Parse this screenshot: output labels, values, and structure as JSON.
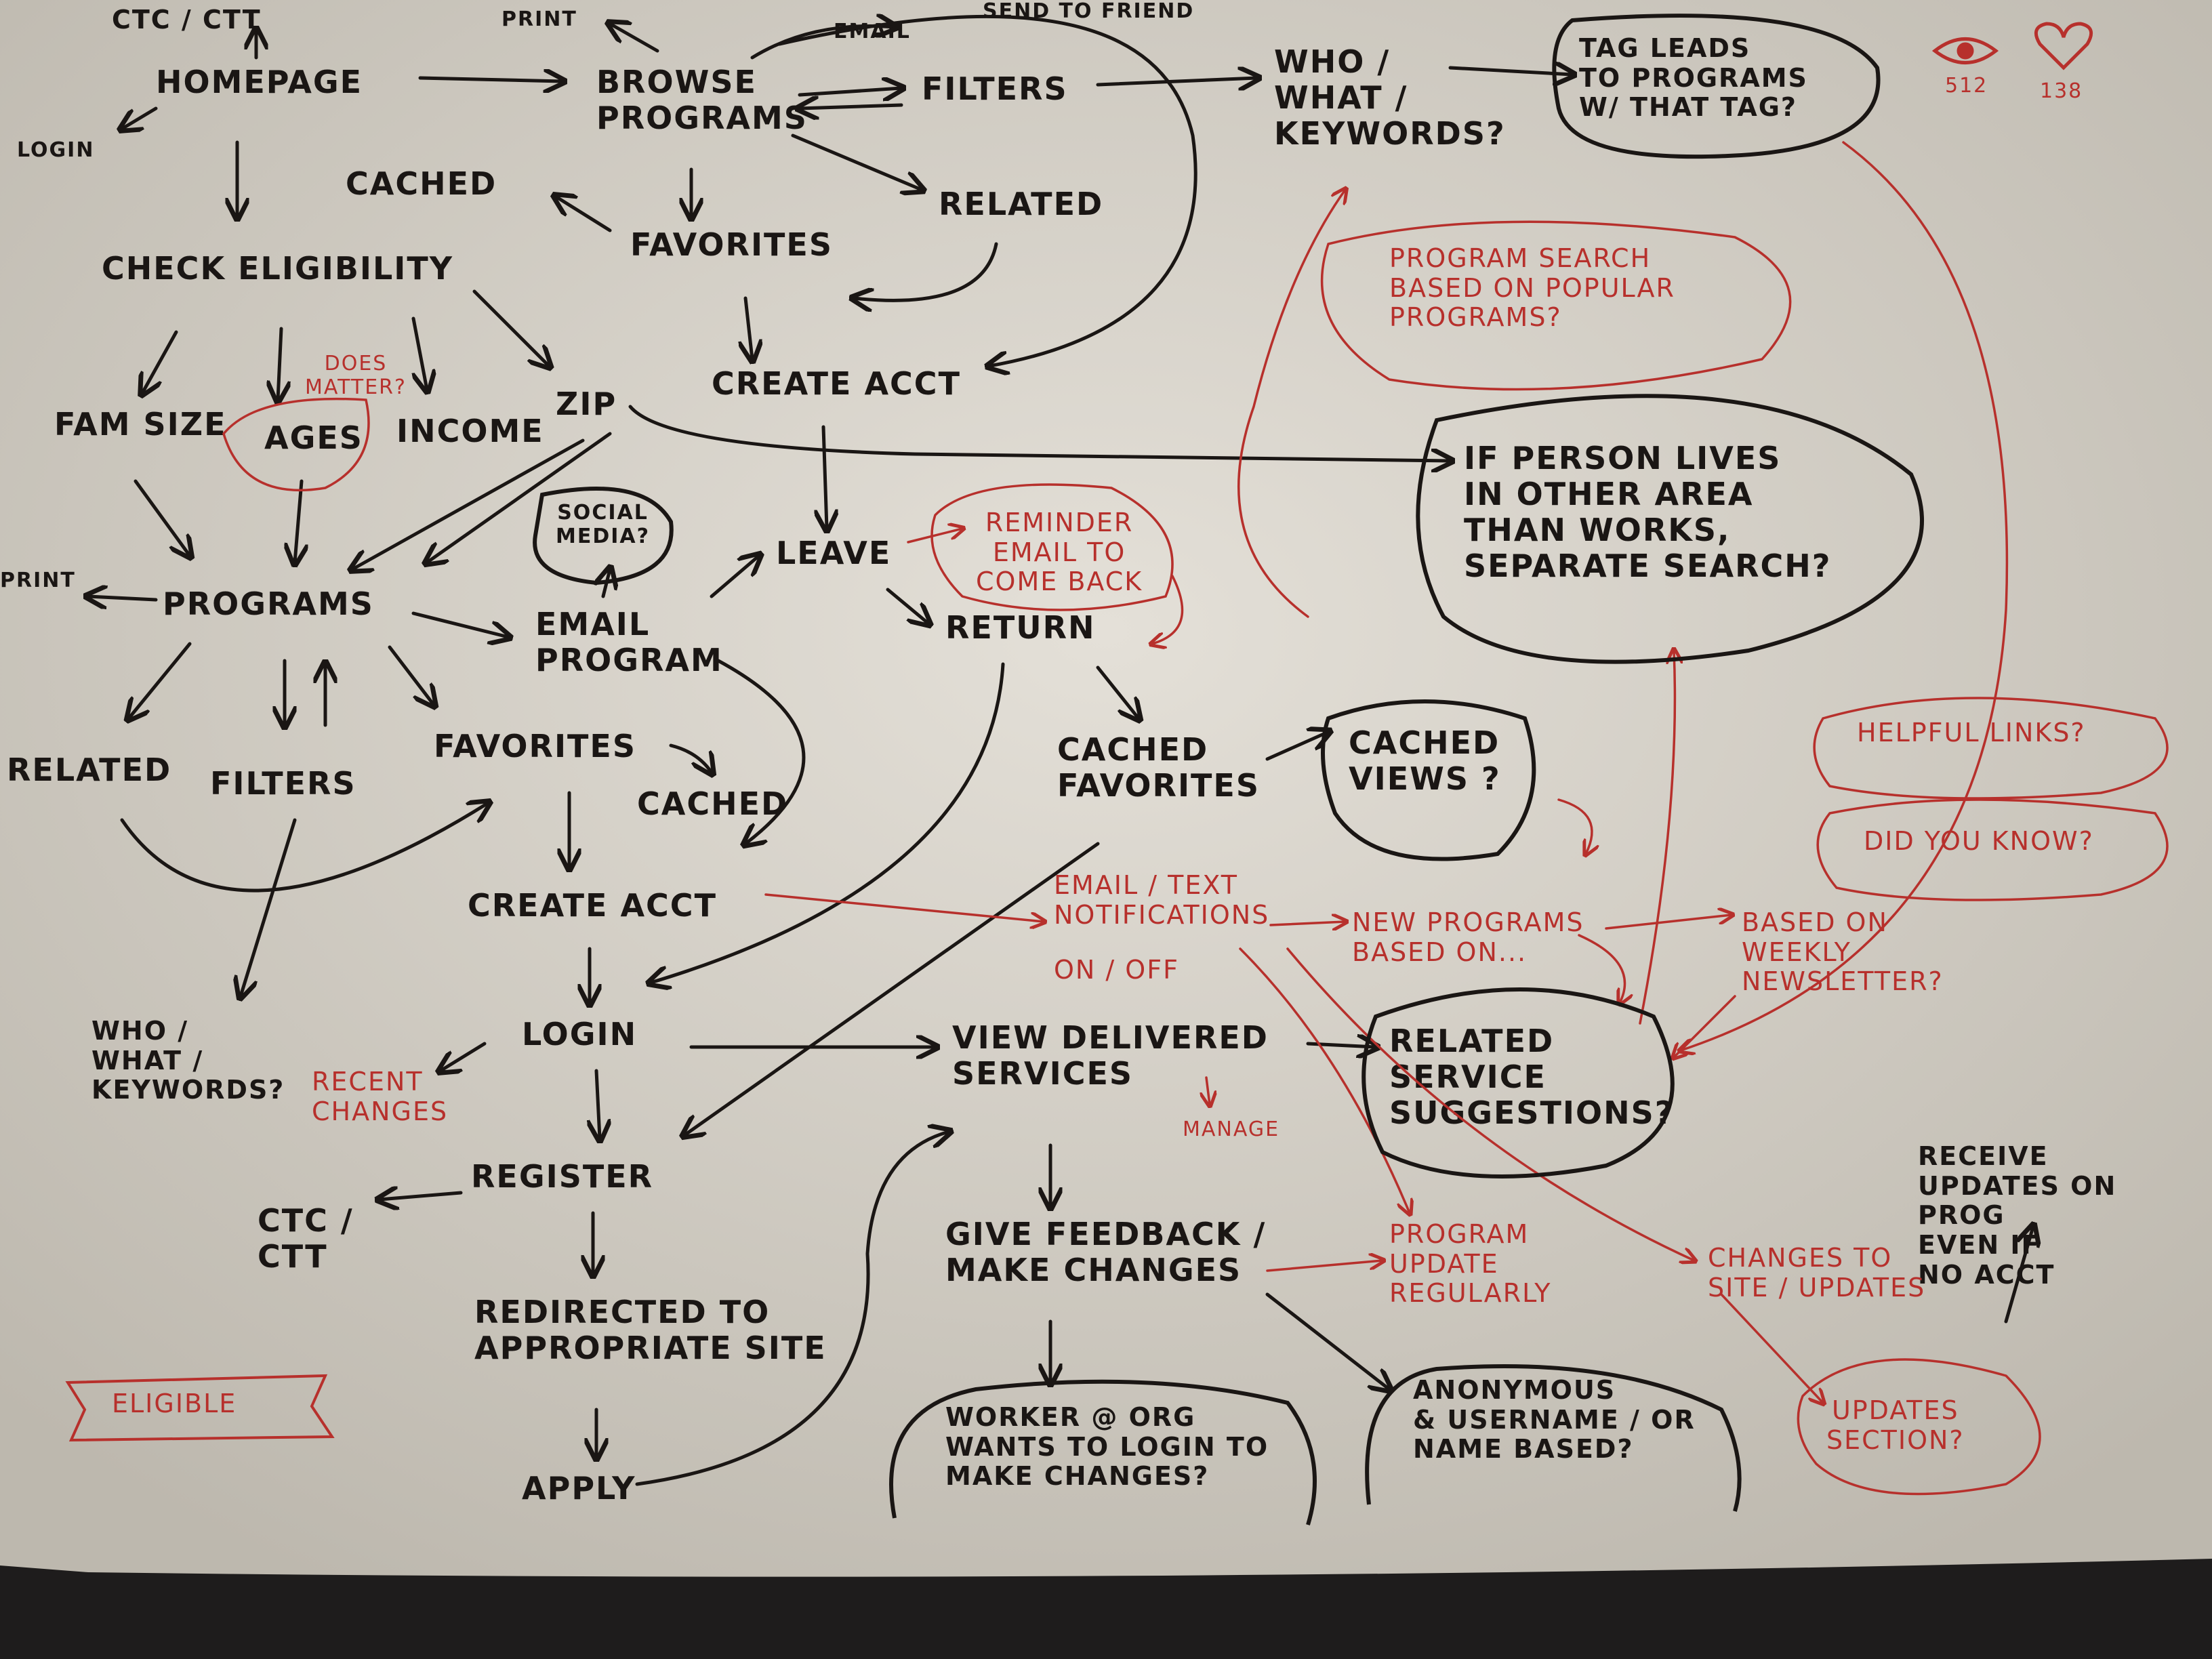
{
  "colors": {
    "paper": "#dcd8cf",
    "ink_black": "#1a1614",
    "ink_red": "#b7302c",
    "background": "#1e1c1c"
  },
  "stats": {
    "views_icon": "eye-icon",
    "views": "512",
    "likes_icon": "heart-icon",
    "likes": "138"
  },
  "labels": {
    "ctc_ctt_top": "CTC / CTT",
    "homepage": "HOMEPAGE",
    "login_top": "LOGIN",
    "print_top": "PRINT",
    "email_top": "EMAIL",
    "send_to_friend": "SEND TO FRIEND",
    "browse_programs": "BROWSE\nPROGRAMS",
    "filters_top": "FILTERS",
    "who_what_keywords_top": "WHO /\nWHAT /\nKEYWORDS?",
    "tag_leads": "TAG LEADS\nTO PROGRAMS\nW/ THAT TAG?",
    "cached_top": "CACHED",
    "favorites_top": "FAVORITES",
    "related_top": "RELATED",
    "check_eligibility": "CHECK ELIGIBILITY",
    "program_search": "PROGRAM SEARCH\nBASED ON POPULAR\nPROGRAMS?",
    "create_acct_top": "CREATE ACCT",
    "fam_size": "FAM SIZE",
    "ages": "AGES",
    "does_matter": "DOES\nMATTER?",
    "income": "INCOME",
    "zip": "ZIP",
    "if_person_lives": "IF PERSON LIVES\nIN OTHER AREA\nTHAN WORKS,\nSEPARATE SEARCH?",
    "social_media": "SOCIAL\nMEDIA?",
    "leave": "LEAVE",
    "reminder_email": "REMINDER\nEMAIL TO\nCOME BACK",
    "print_left": "PRINT",
    "programs": "PROGRAMS",
    "email_program": "EMAIL\nPROGRAM",
    "return": "RETURN",
    "related_left": "RELATED",
    "filters_mid": "FILTERS",
    "favorites_mid": "FAVORITES",
    "cached_mid": "CACHED",
    "cached_favorites": "CACHED\nFAVORITES",
    "cached_views": "CACHED\nVIEWS ?",
    "helpful_links": "HELPFUL LINKS?",
    "did_you_know": "DID YOU KNOW?",
    "create_acct_mid": "CREATE ACCT",
    "email_text_notifications": "EMAIL / TEXT\nNOTIFICATIONS",
    "on_off": "ON / OFF",
    "new_programs_based_on": "NEW PROGRAMS\nBASED ON...",
    "based_on_weekly": "BASED ON\nWEEKLY\nNEWSLETTER?",
    "who_what_keywords_bottom": "WHO /\nWHAT /\nKEYWORDS?",
    "recent_changes": "RECENT\nCHANGES",
    "login_mid": "LOGIN",
    "view_delivered_services": "VIEW DELIVERED\nSERVICES",
    "manage": "MANAGE",
    "related_service_suggestions": "RELATED\nSERVICE\nSUGGESTIONS?",
    "ctc_ctt_bottom": "CTC /\nCTT",
    "register": "REGISTER",
    "receive_updates": "RECEIVE\nUPDATES ON PROG\nEVEN IF\nNO ACCT",
    "give_feedback": "GIVE FEEDBACK /\nMAKE CHANGES",
    "program_update": "PROGRAM\nUPDATE\nREGULARLY",
    "changes_to_site": "CHANGES TO\nSITE / UPDATES",
    "redirected": "REDIRECTED TO\nAPPROPRIATE SITE",
    "updates_section": "UPDATES\nSECTION?",
    "eligible": "ELIGIBLE",
    "apply": "APPLY",
    "worker_at_org": "WORKER @ ORG\nWANTS TO LOGIN TO\nMAKE CHANGES?",
    "anonymous": "ANONYMOUS\n& USERNAME / OR\nNAME BASED?"
  }
}
